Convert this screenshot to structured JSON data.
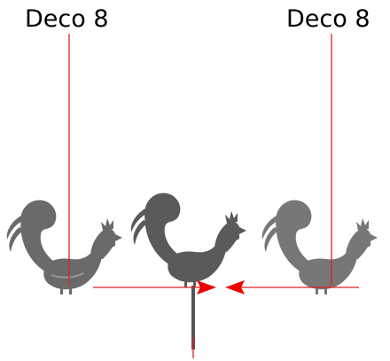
{
  "labels": {
    "left": "Deco 8",
    "right": "Deco 8"
  },
  "colors": {
    "leader_line": "#e02020",
    "arrow": "#ee0000",
    "rooster_fill": "#707070",
    "rooster_shadow": "#4a4a4a",
    "post": "#555555",
    "label_text": "#000000"
  },
  "figures": [
    {
      "name": "rooster-left",
      "icon": "rooster-icon"
    },
    {
      "name": "rooster-center",
      "icon": "rooster-icon"
    },
    {
      "name": "rooster-right",
      "icon": "rooster-icon"
    }
  ]
}
